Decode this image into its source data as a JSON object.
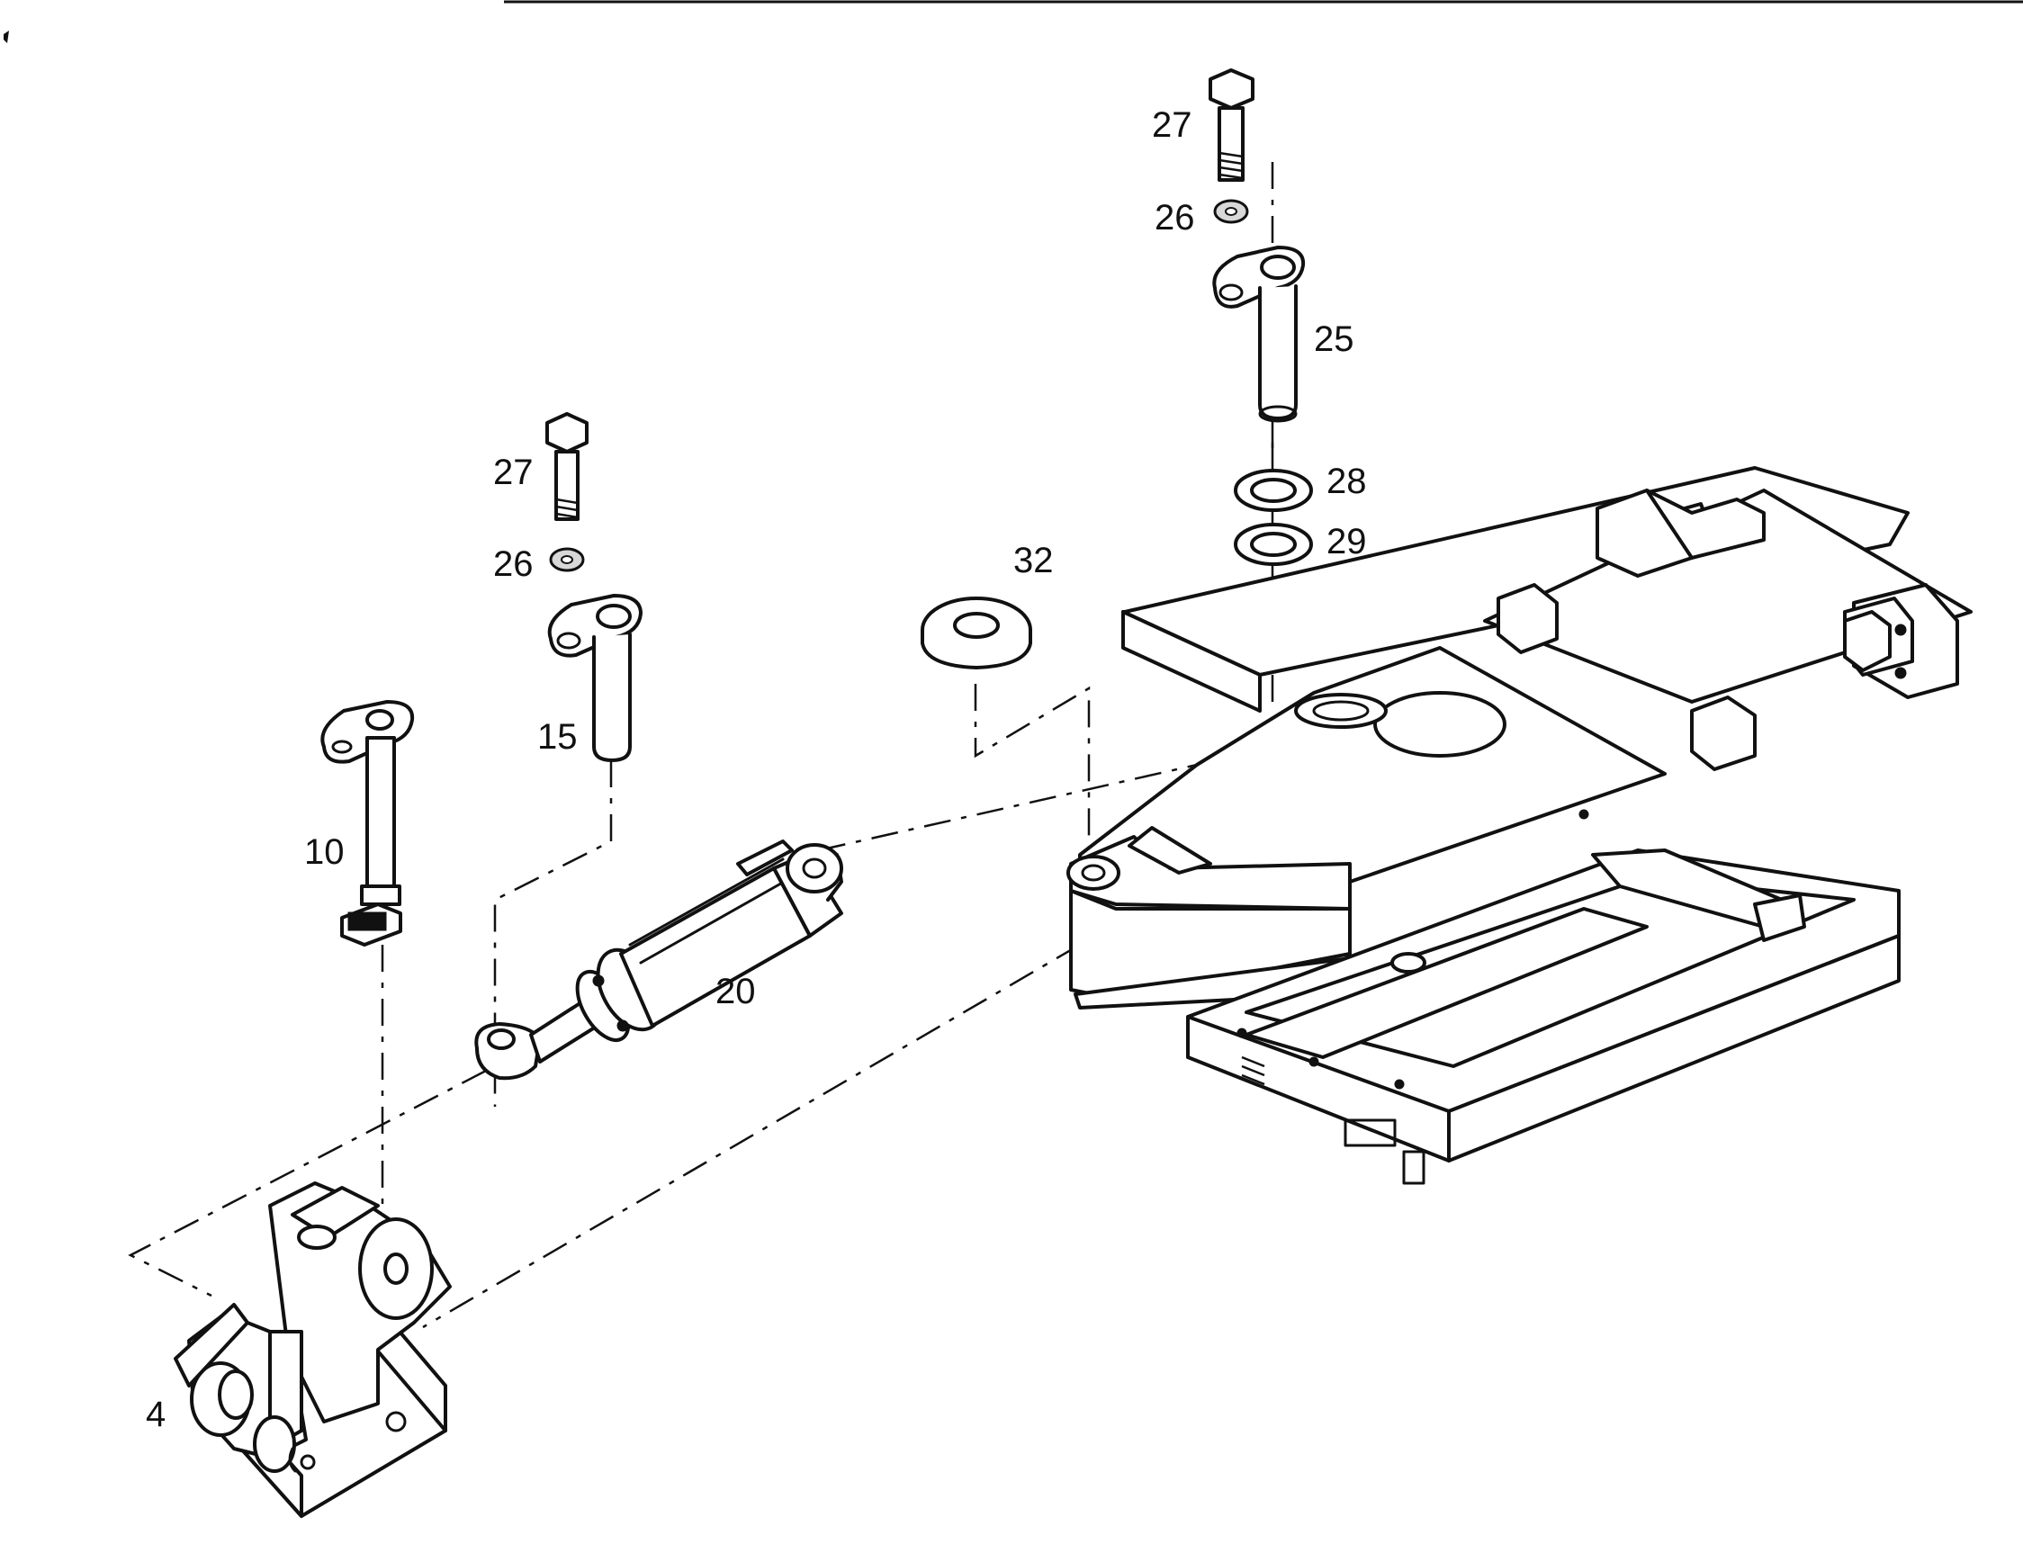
{
  "callouts": {
    "c27_top": "27",
    "c26_top": "26",
    "c25": "25",
    "c28": "28",
    "c29": "29",
    "c32": "32",
    "c27_left": "27",
    "c26_left": "26",
    "c15": "15",
    "c10": "10",
    "c20": "20",
    "c4": "4"
  },
  "icons": {
    "bolt": "hex-bolt-icon",
    "washer": "washer-icon",
    "pin": "flanged-pin-icon",
    "cylinder": "hydraulic-cylinder-icon",
    "bracket": "swing-bracket-icon",
    "frame": "chassis-frame-icon"
  },
  "colors": {
    "ink": "#111111",
    "paper": "#ffffff"
  }
}
